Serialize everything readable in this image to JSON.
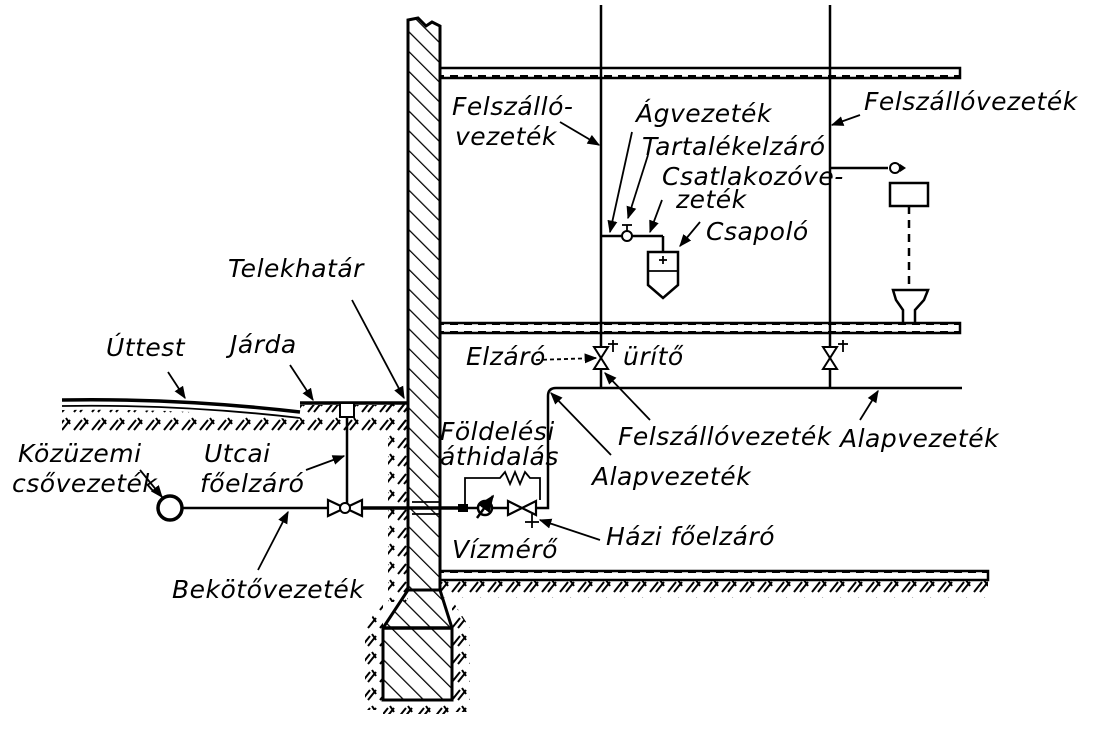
{
  "diagram": {
    "title": "Épület vízellátási bekötés vázlata",
    "labels": {
      "felszallo_left": [
        "Felszálló-",
        "vezeték"
      ],
      "agvezetek": "Ágvezeték",
      "tartalekelzaro": "Tartalékelzáró",
      "csatlakozo": [
        "Csatlakozóve-",
        "zeték"
      ],
      "csapolo": "Csapoló",
      "felszallo_right": "Felszállóvezeték",
      "telekhatar": "Telekhatár",
      "uttest": "Úttest",
      "jarda": "Járda",
      "elzaro": "Elzáró",
      "urito": "ürítő",
      "foldelesi": [
        "Földelési",
        "áthidalás"
      ],
      "felszallo_mid": "Felszállóvezeték",
      "alapvezetek_mid": "Alapvezeték",
      "alapvezetek_right": "Alapvezeték",
      "kozuzemi": [
        "Közüzemi",
        "csővezeték"
      ],
      "utcai": [
        "Utcai",
        "főelzáró"
      ],
      "vizmero": "Vízmérő",
      "hazi": "Házi főelzáró",
      "bekoto": "Bekötővezeték"
    }
  }
}
